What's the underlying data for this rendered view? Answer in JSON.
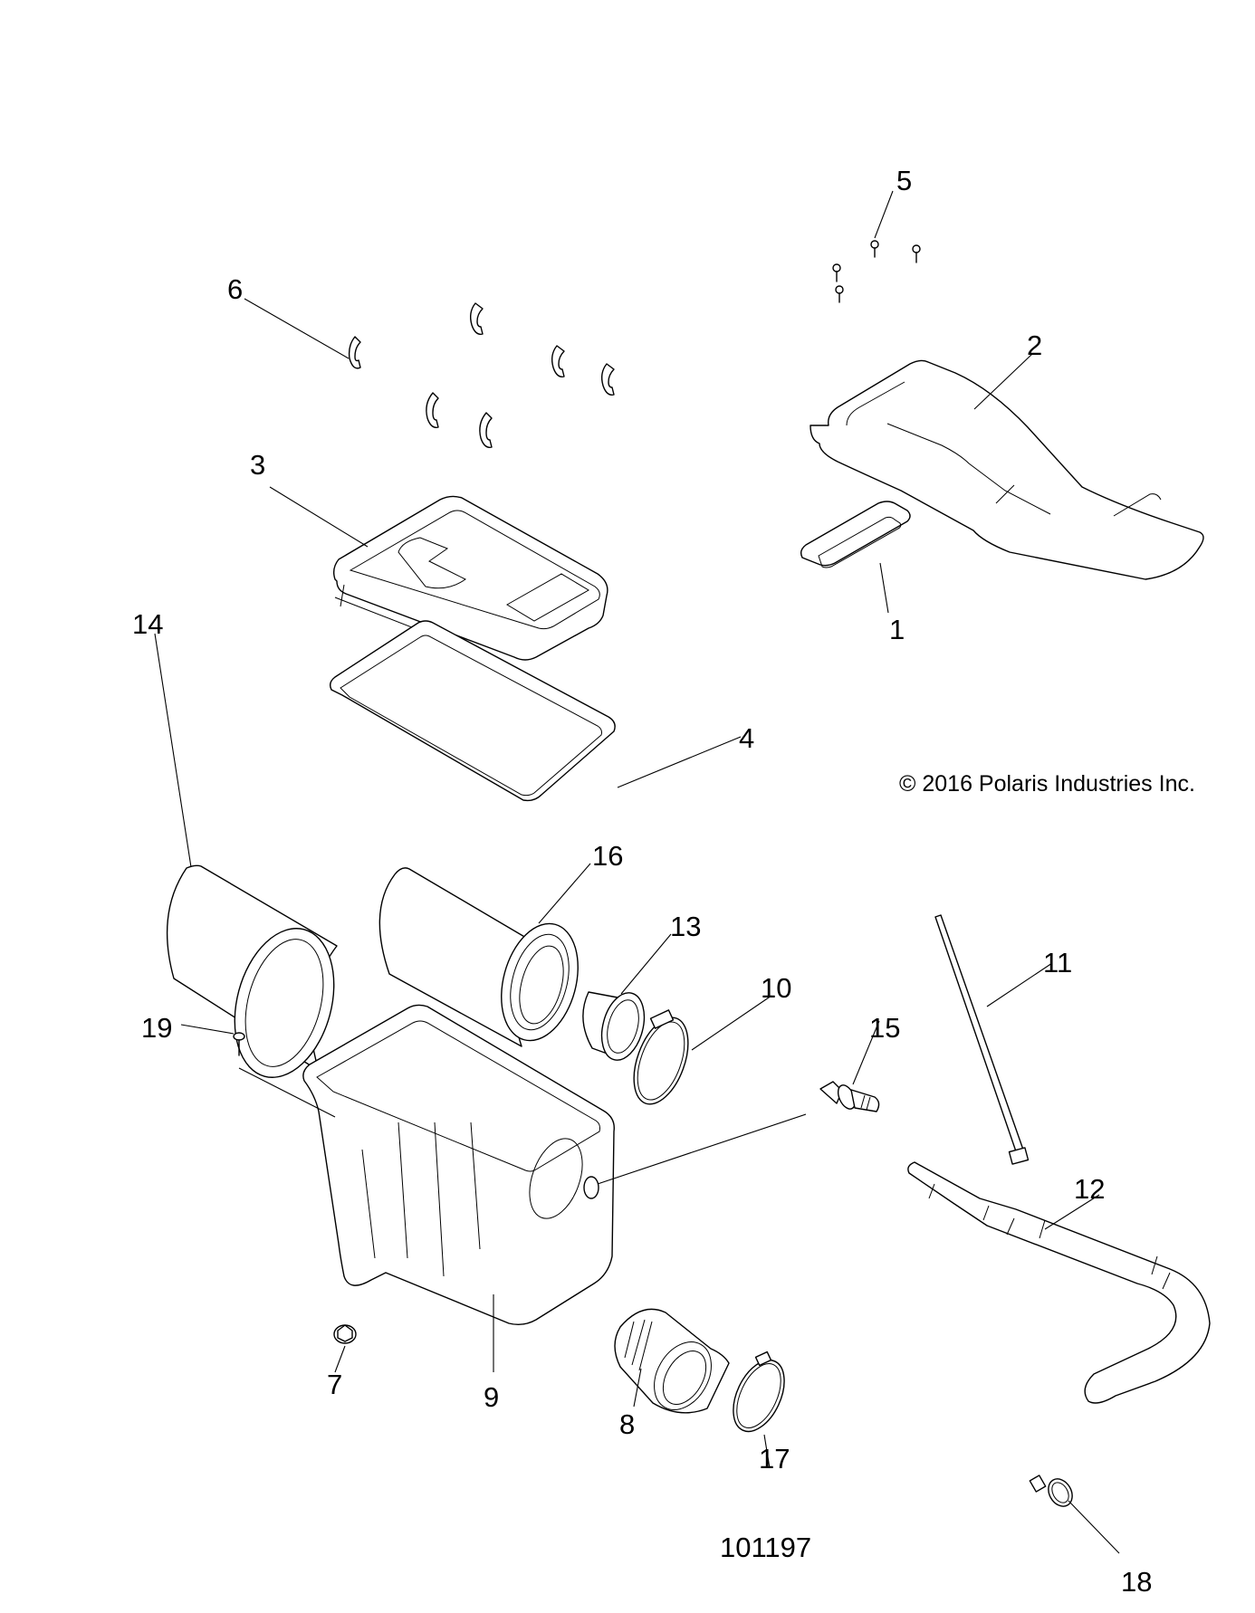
{
  "diagram": {
    "title": "Air Box / Intake Assembly Exploded View",
    "figure_number": "101197",
    "copyright": "© 2016 Polaris Industries Inc.",
    "callouts": [
      {
        "id": "1",
        "label": "1",
        "part": "intake-seal-plate"
      },
      {
        "id": "2",
        "label": "2",
        "part": "intake-duct"
      },
      {
        "id": "3",
        "label": "3",
        "part": "airbox-cover"
      },
      {
        "id": "4",
        "label": "4",
        "part": "cover-seal"
      },
      {
        "id": "5",
        "label": "5",
        "part": "screws"
      },
      {
        "id": "6",
        "label": "6",
        "part": "cover-clips"
      },
      {
        "id": "7",
        "label": "7",
        "part": "nut"
      },
      {
        "id": "8",
        "label": "8",
        "part": "outlet-boot"
      },
      {
        "id": "9",
        "label": "9",
        "part": "airbox-base"
      },
      {
        "id": "10",
        "label": "10",
        "part": "hose-clamp"
      },
      {
        "id": "11",
        "label": "11",
        "part": "cable-tie"
      },
      {
        "id": "12",
        "label": "12",
        "part": "drain-hose"
      },
      {
        "id": "13",
        "label": "13",
        "part": "filter-adapter"
      },
      {
        "id": "14",
        "label": "14",
        "part": "pre-filter"
      },
      {
        "id": "15",
        "label": "15",
        "part": "drain-fitting"
      },
      {
        "id": "16",
        "label": "16",
        "part": "air-filter"
      },
      {
        "id": "17",
        "label": "17",
        "part": "boot-clamp"
      },
      {
        "id": "18",
        "label": "18",
        "part": "hose-clamp-small"
      },
      {
        "id": "19",
        "label": "19",
        "part": "screw"
      }
    ]
  }
}
